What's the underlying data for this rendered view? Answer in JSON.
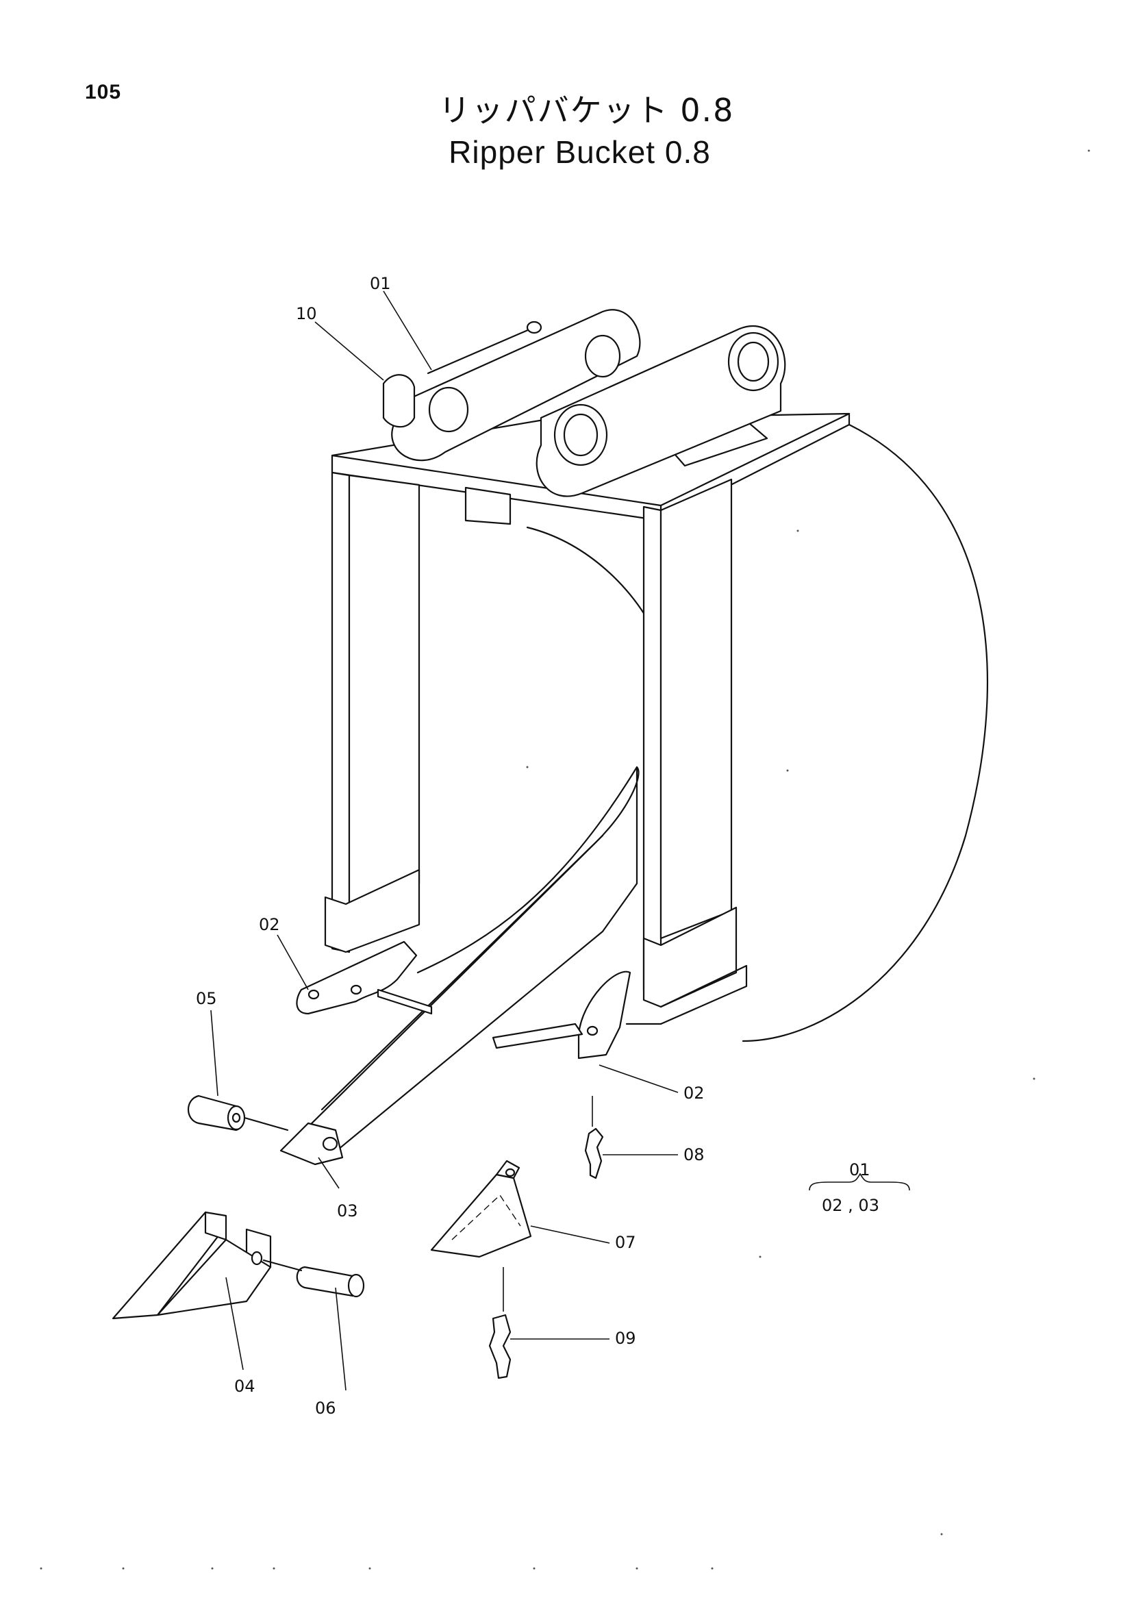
{
  "page_number": "105",
  "title": {
    "japanese": "リッパバケット 0.8",
    "english": "Ripper  Bucket 0.8"
  },
  "callouts": [
    {
      "id": "01"
    },
    {
      "id": "10"
    },
    {
      "id": "02"
    },
    {
      "id": "02"
    },
    {
      "id": "05"
    },
    {
      "id": "03"
    },
    {
      "id": "08"
    },
    {
      "id": "07"
    },
    {
      "id": "09"
    },
    {
      "id": "04"
    },
    {
      "id": "06"
    }
  ],
  "assembly_note": {
    "parent": "01",
    "children": "02 , 03"
  }
}
